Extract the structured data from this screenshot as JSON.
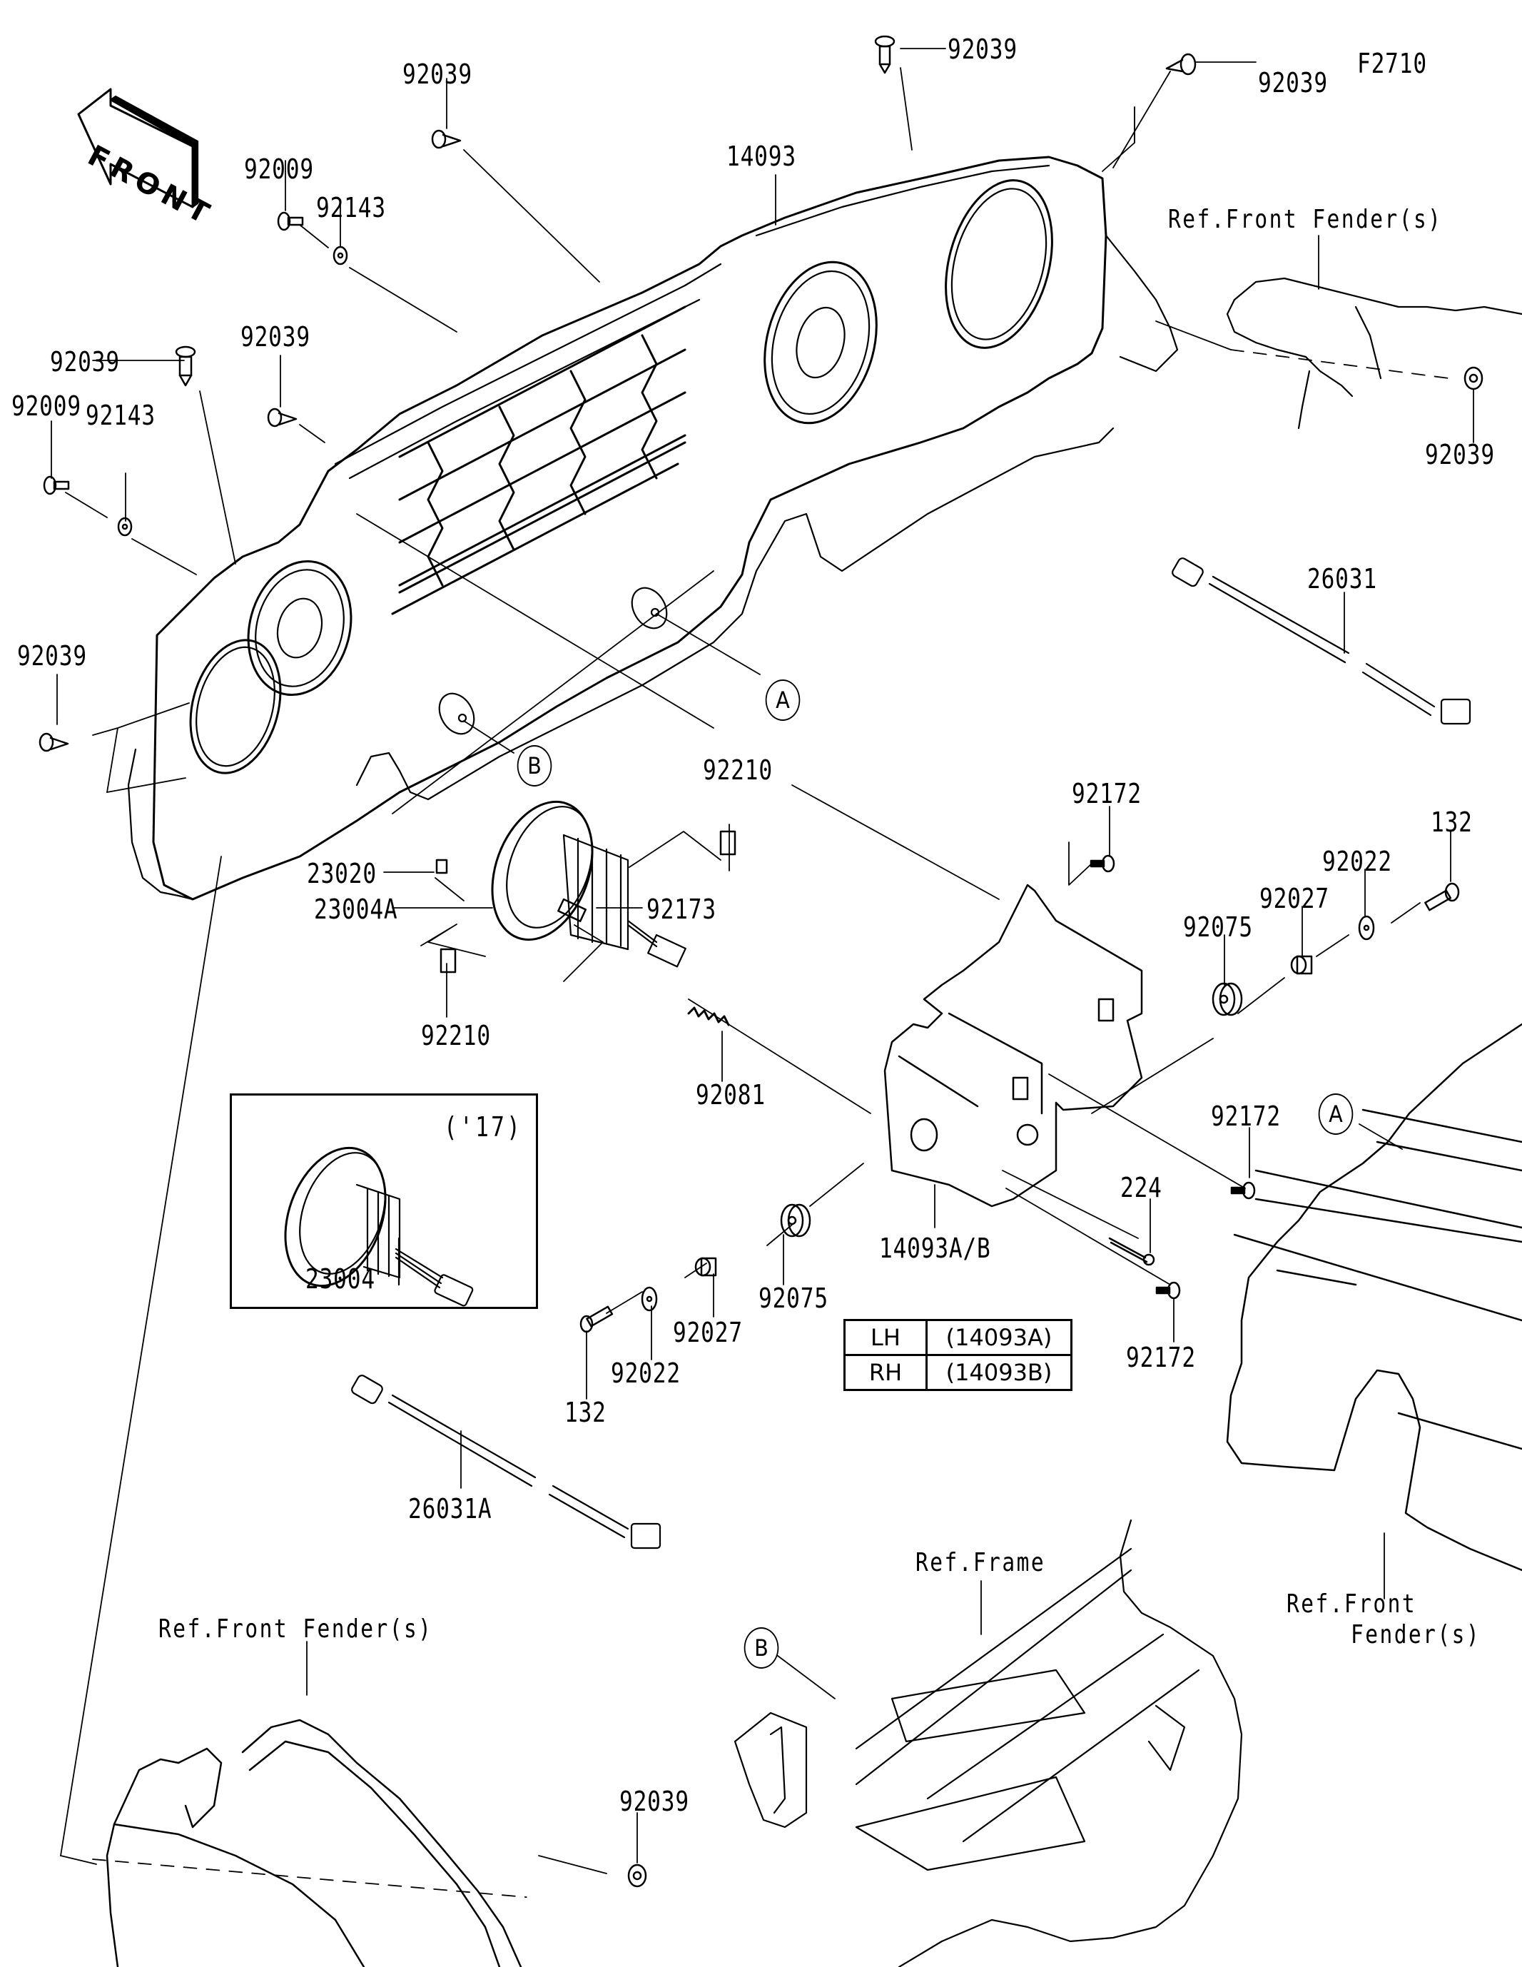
{
  "diagram": {
    "code": "F2710",
    "orientation_marker": "FRONT",
    "callouts": [
      {
        "id": "92039-top-center",
        "part_no": "92039"
      },
      {
        "id": "92039-top-right",
        "part_no": "92039"
      },
      {
        "id": "92039-upper-left",
        "part_no": "92039"
      },
      {
        "id": "14093",
        "part_no": "14093"
      },
      {
        "id": "92009-upper",
        "part_no": "92009"
      },
      {
        "id": "92143-upper",
        "part_no": "92143"
      },
      {
        "id": "92039-left-clip",
        "part_no": "92039"
      },
      {
        "id": "92039-mid-left",
        "part_no": "92039"
      },
      {
        "id": "92009-lower",
        "part_no": "92009"
      },
      {
        "id": "92143-lower",
        "part_no": "92143"
      },
      {
        "id": "92039-lower-left",
        "part_no": "92039"
      },
      {
        "id": "92039-right-fender",
        "part_no": "92039"
      },
      {
        "id": "26031",
        "part_no": "26031"
      },
      {
        "id": "92210-upper",
        "part_no": "92210"
      },
      {
        "id": "23020",
        "part_no": "23020"
      },
      {
        "id": "23004A",
        "part_no": "23004A"
      },
      {
        "id": "92173",
        "part_no": "92173"
      },
      {
        "id": "92210-lower",
        "part_no": "92210"
      },
      {
        "id": "92081",
        "part_no": "92081"
      },
      {
        "id": "92172-top",
        "part_no": "92172"
      },
      {
        "id": "132-right",
        "part_no": "132"
      },
      {
        "id": "92022-right",
        "part_no": "92022"
      },
      {
        "id": "92027-right",
        "part_no": "92027"
      },
      {
        "id": "92075-right",
        "part_no": "92075"
      },
      {
        "id": "92172-mid",
        "part_no": "92172"
      },
      {
        "id": "224",
        "part_no": "224"
      },
      {
        "id": "92172-lower",
        "part_no": "92172"
      },
      {
        "id": "14093A/B",
        "part_no": "14093A/B"
      },
      {
        "id": "92075-left",
        "part_no": "92075"
      },
      {
        "id": "92027-left",
        "part_no": "92027"
      },
      {
        "id": "92022-left",
        "part_no": "92022"
      },
      {
        "id": "132-left",
        "part_no": "132"
      },
      {
        "id": "26031A",
        "part_no": "26031A"
      },
      {
        "id": "23004",
        "part_no": "23004"
      },
      {
        "id": "92039-bottom",
        "part_no": "92039"
      }
    ],
    "references": {
      "front_fender_top": "Ref.Front Fender(s)",
      "front_fender_bottom_left": "Ref.Front Fender(s)",
      "front_fender_right_line1": "Ref.Front",
      "front_fender_right_line2": "Fender(s)",
      "frame": "Ref.Frame"
    },
    "connection_markers": {
      "a_upper": "A",
      "b_upper": "B",
      "a_right": "A",
      "b_lower": "B"
    },
    "inset": {
      "year_note": "('17)",
      "part_no": "23004"
    },
    "side_table": {
      "rows": [
        {
          "side": "LH",
          "part": "(14093A)"
        },
        {
          "side": "RH",
          "part": "(14093B)"
        }
      ]
    }
  }
}
